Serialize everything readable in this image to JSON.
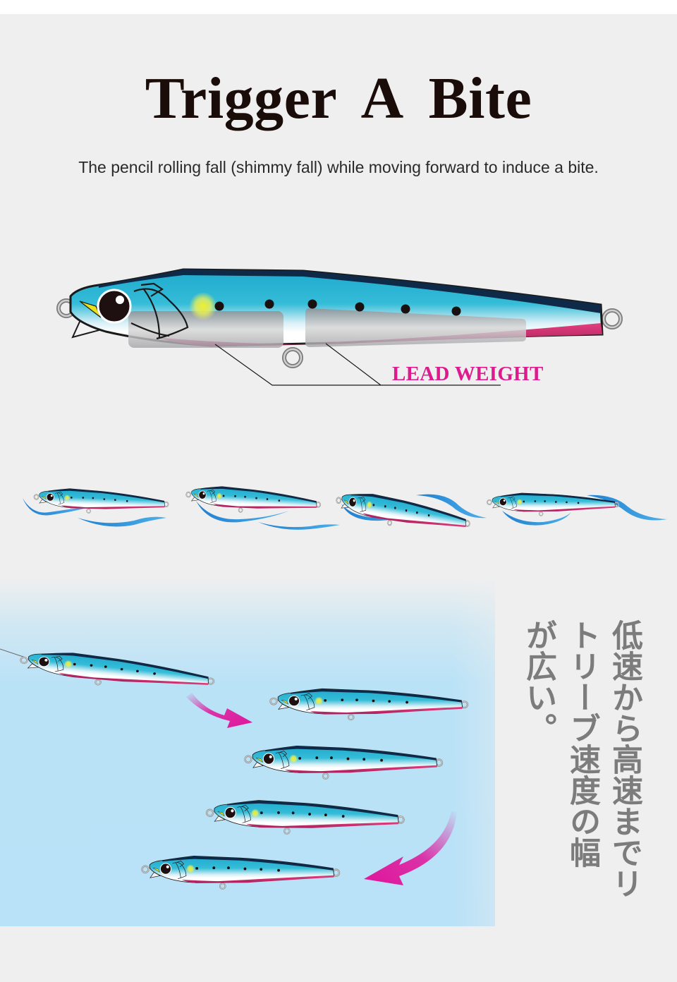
{
  "header": {
    "title": "Trigger  A  Bite",
    "subtitle": "The pencil rolling fall (shimmy fall) while moving forward to induce a bite."
  },
  "diagram": {
    "callout_label": "LEAD WEIGHT",
    "callout_color": "#de1a8f"
  },
  "swim_sequence": {
    "frames": [
      "lure-frame-1",
      "lure-frame-2",
      "lure-frame-3",
      "lure-frame-4"
    ]
  },
  "retrieve_section": {
    "panel_color": "#bae2f7",
    "arrow_color": "#e0149a",
    "japanese_text": {
      "column_1": "低速から高速までリ",
      "column_2": "トリーブ速度の幅",
      "column_3": "が広い。"
    }
  },
  "colors": {
    "lure_back": "#0e2a48",
    "lure_body": "#2bb5d4",
    "lure_belly": "#c2296a",
    "lead_weight": "#b8b8b8",
    "eye_glow": "#e8e83a",
    "water_wave": "#2e8ed6"
  }
}
